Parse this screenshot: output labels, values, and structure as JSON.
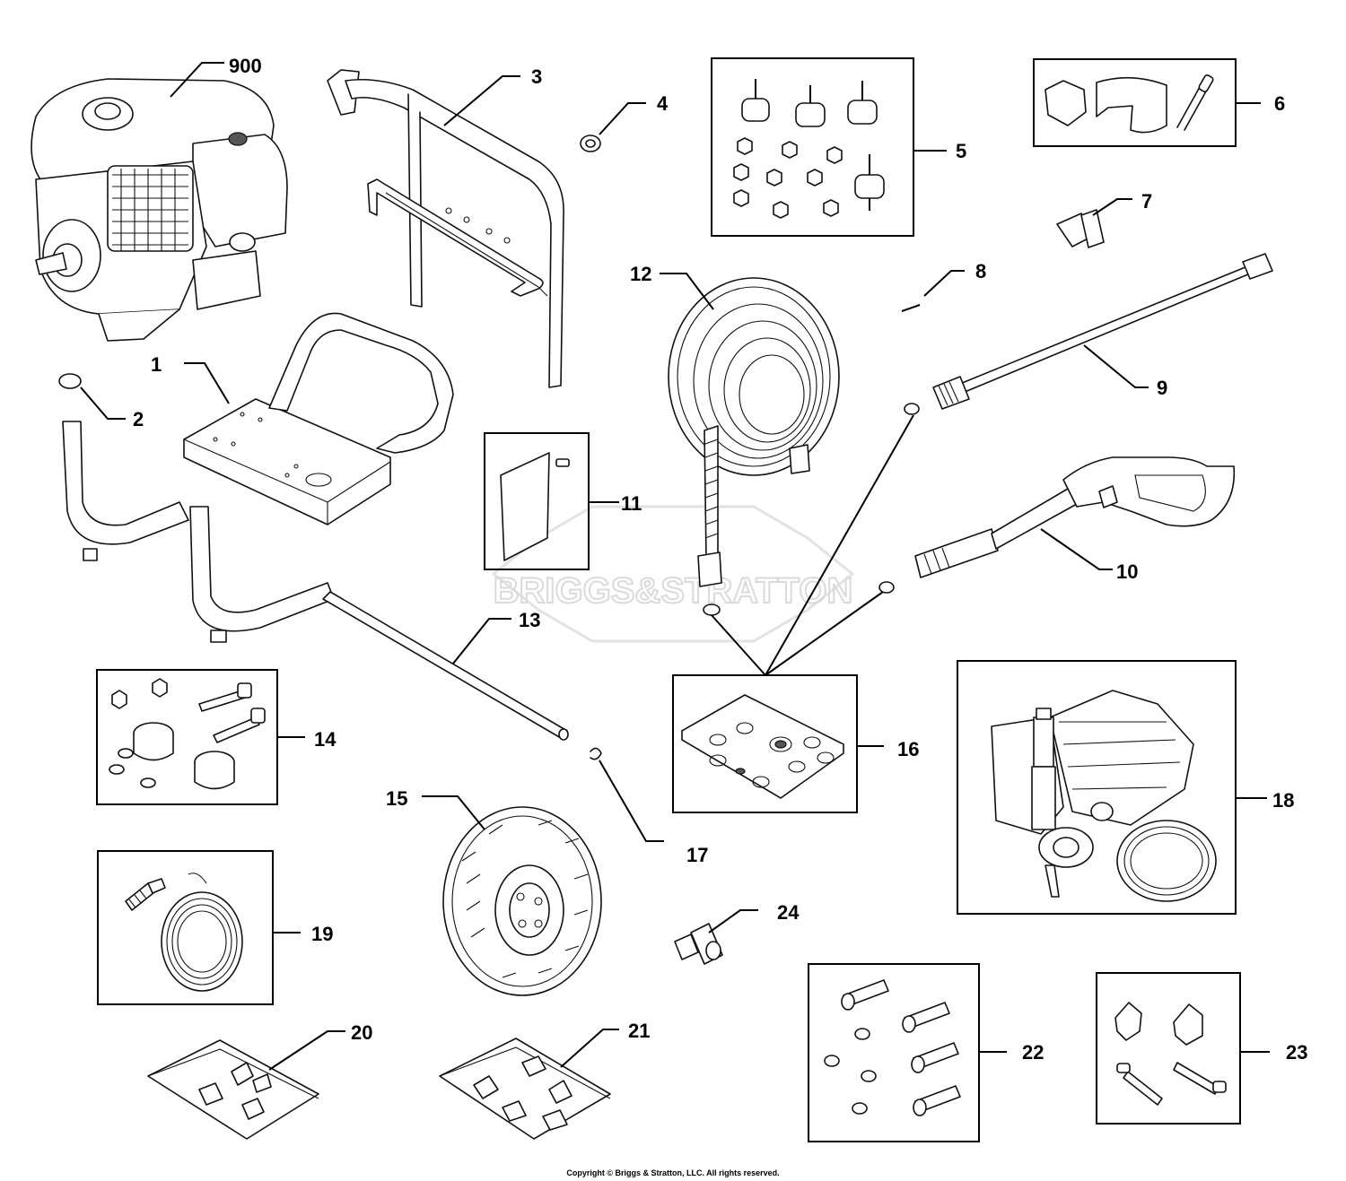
{
  "watermark": "BRIGGS&STRATTON",
  "copyright": "Copyright © Briggs & Stratton, LLC. All rights reserved.",
  "callouts": [
    {
      "id": "900",
      "label": "900"
    },
    {
      "id": "1",
      "label": "1"
    },
    {
      "id": "2",
      "label": "2"
    },
    {
      "id": "3",
      "label": "3"
    },
    {
      "id": "4",
      "label": "4"
    },
    {
      "id": "5",
      "label": "5"
    },
    {
      "id": "6",
      "label": "6"
    },
    {
      "id": "7",
      "label": "7"
    },
    {
      "id": "8",
      "label": "8"
    },
    {
      "id": "9",
      "label": "9"
    },
    {
      "id": "10",
      "label": "10"
    },
    {
      "id": "11",
      "label": "11"
    },
    {
      "id": "12",
      "label": "12"
    },
    {
      "id": "13",
      "label": "13"
    },
    {
      "id": "14",
      "label": "14"
    },
    {
      "id": "15",
      "label": "15"
    },
    {
      "id": "16",
      "label": "16"
    },
    {
      "id": "17",
      "label": "17"
    },
    {
      "id": "18",
      "label": "18"
    },
    {
      "id": "19",
      "label": "19"
    },
    {
      "id": "20",
      "label": "20"
    },
    {
      "id": "21",
      "label": "21"
    },
    {
      "id": "22",
      "label": "22"
    },
    {
      "id": "23",
      "label": "23"
    },
    {
      "id": "24",
      "label": "24"
    }
  ]
}
